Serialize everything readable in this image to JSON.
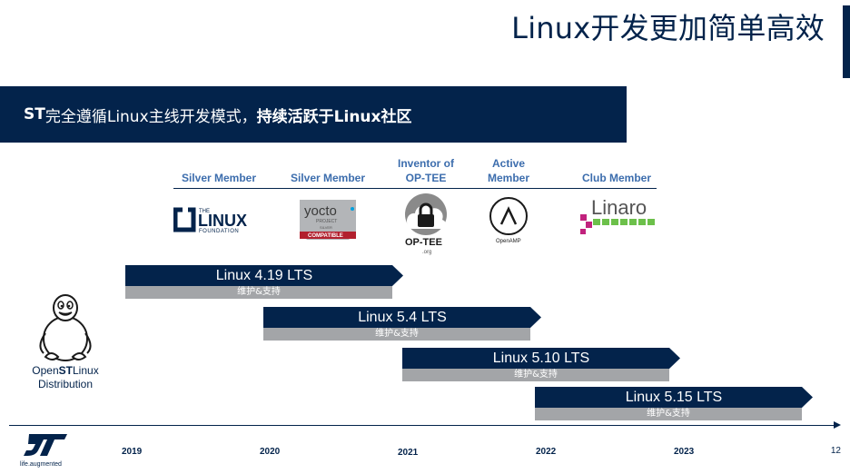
{
  "slide": {
    "title": "Linux开发更加简单高效",
    "banner_part1": "ST",
    "banner_part2": " 完全遵循Linux主线开发模式，",
    "banner_part3": "持续活跃于Linux社区",
    "page_number": "12"
  },
  "memberships": [
    {
      "label": "Silver Member",
      "logo": "linux-foundation-logo",
      "logo_text": [
        "THE",
        "LINUX",
        "FOUNDATION"
      ]
    },
    {
      "label": "Silver Member",
      "logo": "yocto-project-logo",
      "logo_text": [
        "yocto",
        "PROJECT",
        "SILVER",
        "COMPATIBLE"
      ]
    },
    {
      "label": "Inventor of\nOP-TEE",
      "logo": "op-tee-logo",
      "logo_text": [
        "OP-TEE",
        ".org"
      ]
    },
    {
      "label": "Active\nMember",
      "logo": "openamp-logo",
      "logo_text": [
        "OpenAMP"
      ]
    },
    {
      "label": "Club Member",
      "logo": "linaro-logo",
      "logo_text": [
        "Linaro"
      ]
    }
  ],
  "lts_releases": [
    {
      "name": "Linux 4.19 LTS",
      "support": "维护&支持"
    },
    {
      "name": "Linux 5.4 LTS",
      "support": "维护&支持"
    },
    {
      "name": "Linux 5.10 LTS",
      "support": "维护&支持"
    },
    {
      "name": "Linux 5.15 LTS",
      "support": "维护&支持"
    }
  ],
  "timeline_years": [
    "2019",
    "2020",
    "2021",
    "2022",
    "2023"
  ],
  "distribution": {
    "prefix": "Open",
    "brand": "ST",
    "suffix": "Linux",
    "line2": "Distribution"
  },
  "footer": {
    "tagline": "life.augmented"
  },
  "colors": {
    "primary": "#03234b",
    "accent_blue": "#3c6dad",
    "support_gray": "#a3a5a8",
    "linaro_pink": "#c1227d",
    "linaro_green": "#6cc04a"
  }
}
